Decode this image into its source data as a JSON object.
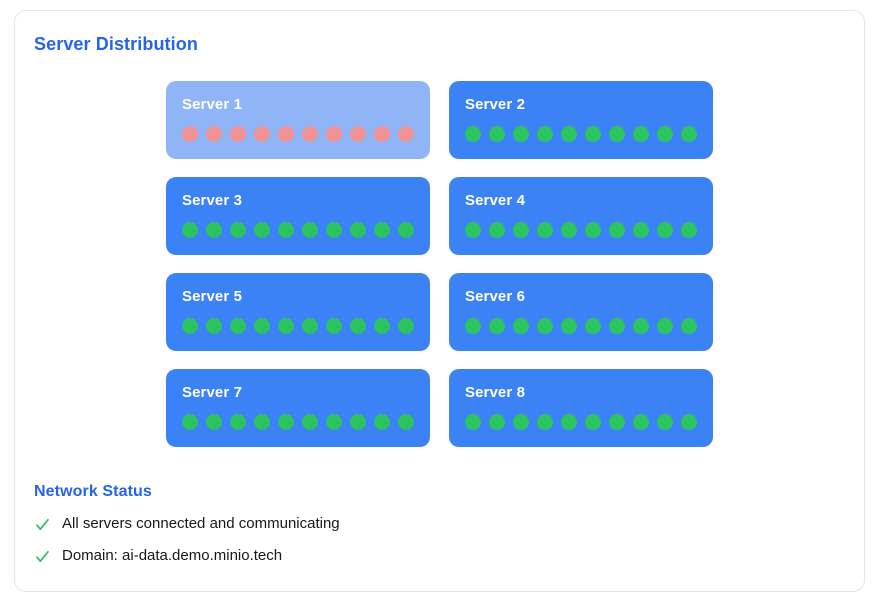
{
  "panel": {
    "title": "Server Distribution"
  },
  "servers": [
    {
      "name": "Server 1",
      "state": "unhealthy",
      "drive_count": 10
    },
    {
      "name": "Server 2",
      "state": "healthy",
      "drive_count": 10
    },
    {
      "name": "Server 3",
      "state": "healthy",
      "drive_count": 10
    },
    {
      "name": "Server 4",
      "state": "healthy",
      "drive_count": 10
    },
    {
      "name": "Server 5",
      "state": "healthy",
      "drive_count": 10
    },
    {
      "name": "Server 6",
      "state": "healthy",
      "drive_count": 10
    },
    {
      "name": "Server 7",
      "state": "healthy",
      "drive_count": 10
    },
    {
      "name": "Server 8",
      "state": "healthy",
      "drive_count": 10
    }
  ],
  "network": {
    "title": "Network Status",
    "items": [
      "All servers connected and communicating",
      "Domain: ai-data.demo.minio.tech"
    ]
  },
  "colors": {
    "accent": "#2563eb",
    "server_healthy_bg": "#3b82f6",
    "server_unhealthy_bg": "#8fb5f6",
    "dot_healthy": "#2cc361",
    "dot_unhealthy": "#f09394",
    "check": "#2bbf5c",
    "text": "#16181d",
    "panel_border": "#e4e5e9"
  }
}
